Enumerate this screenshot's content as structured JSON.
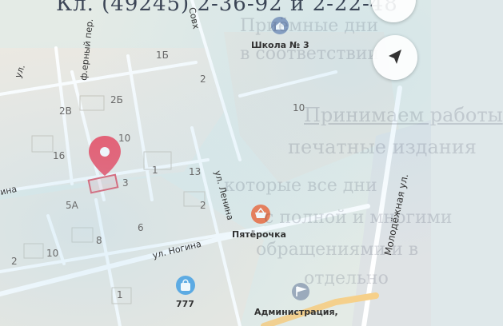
{
  "top_caption": "Кл. (49245) 2-36-92 и 2-22-48",
  "streets": {
    "sovkh": "Совх",
    "ferm": "ф.ерный пер.",
    "ul_left": "ул.",
    "ul_nogina": "ул. Ногина",
    "ul_lenina": "ул. Ленина",
    "molodezh": "Молодёжная ул.",
    "left_edge": "ина"
  },
  "house_numbers": {
    "n1b": "1Б",
    "n2_top": "2",
    "n2b": "2Б",
    "n2v": "2В",
    "n10_top": "10",
    "n10_mid": "10",
    "n16": "16",
    "n3": "3",
    "n1": "1",
    "n13": "13",
    "n5a": "5А",
    "n2_mid": "2",
    "n6": "6",
    "n8": "8",
    "n10_bot": "10",
    "n2_bot": "2",
    "n1_bot": "1"
  },
  "pois": {
    "school": "Школа № 3",
    "pyaterochka": "Пятёрочка",
    "shop777": "777",
    "admin": "Администрация,"
  },
  "ghost_text": {
    "line1": "Приёмные дни",
    "line2": "в соответствии",
    "line3": "Принимаем работы",
    "line4": "печатные издания",
    "line5": "которые все дни",
    "line6": "с полной и многими",
    "line7": "обращениями и в",
    "line8": "отдельно"
  },
  "icons": {
    "location_button": "navigation-arrow-icon",
    "map_pin": "map-pin-icon",
    "school": "school-icon",
    "shop": "shopping-basket-icon",
    "bag": "shopping-bag-icon",
    "flag": "flag-icon"
  },
  "colors": {
    "pin": "#f0475b",
    "school": "#7b8fb5",
    "shop": "#f26a3a",
    "bag": "#4aa0e0",
    "admin": "#9aa7b8",
    "road": "#ffffff",
    "main_road": "#f6d08a"
  }
}
